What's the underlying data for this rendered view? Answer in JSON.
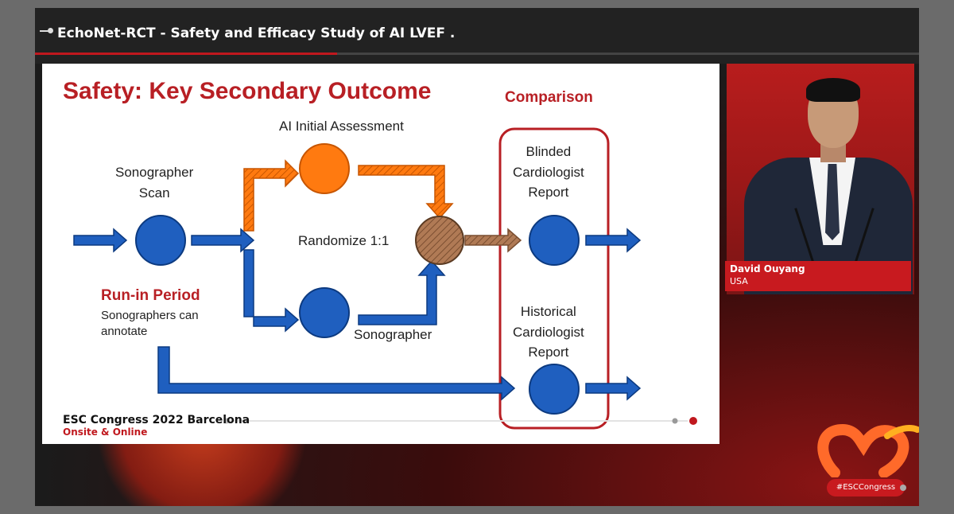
{
  "header": {
    "title": "EchoNet-RCT - Safety and Efficacy Study of AI LVEF ."
  },
  "slide": {
    "title": "Safety: Key Secondary Outcome",
    "comparison_label": "Comparison",
    "ai_initial_assessment": "AI Initial Assessment",
    "sonographer_scan_line1": "Sonographer",
    "sonographer_scan_line2": "Scan",
    "randomize": "Randomize 1:1",
    "sonographer": "Sonographer",
    "blinded_line1": "Blinded",
    "blinded_line2": "Cardiologist",
    "blinded_line3": "Report",
    "historical_line1": "Historical",
    "historical_line2": "Cardiologist",
    "historical_line3": "Report",
    "run_in_title": "Run-in Period",
    "run_in_line1": "Sonographers can",
    "run_in_line2": "annotate",
    "footer_main": "ESC Congress 2022 Barcelona",
    "footer_sub": "Onsite & Online"
  },
  "speaker": {
    "name": "David Ouyang",
    "country": "USA"
  },
  "overlay": {
    "hashtag": "#ESCCongress"
  },
  "colors": {
    "blue": "#1f5fbf",
    "orange": "#ff7a10",
    "brown": "#b07a55",
    "red": "#b81f24"
  }
}
